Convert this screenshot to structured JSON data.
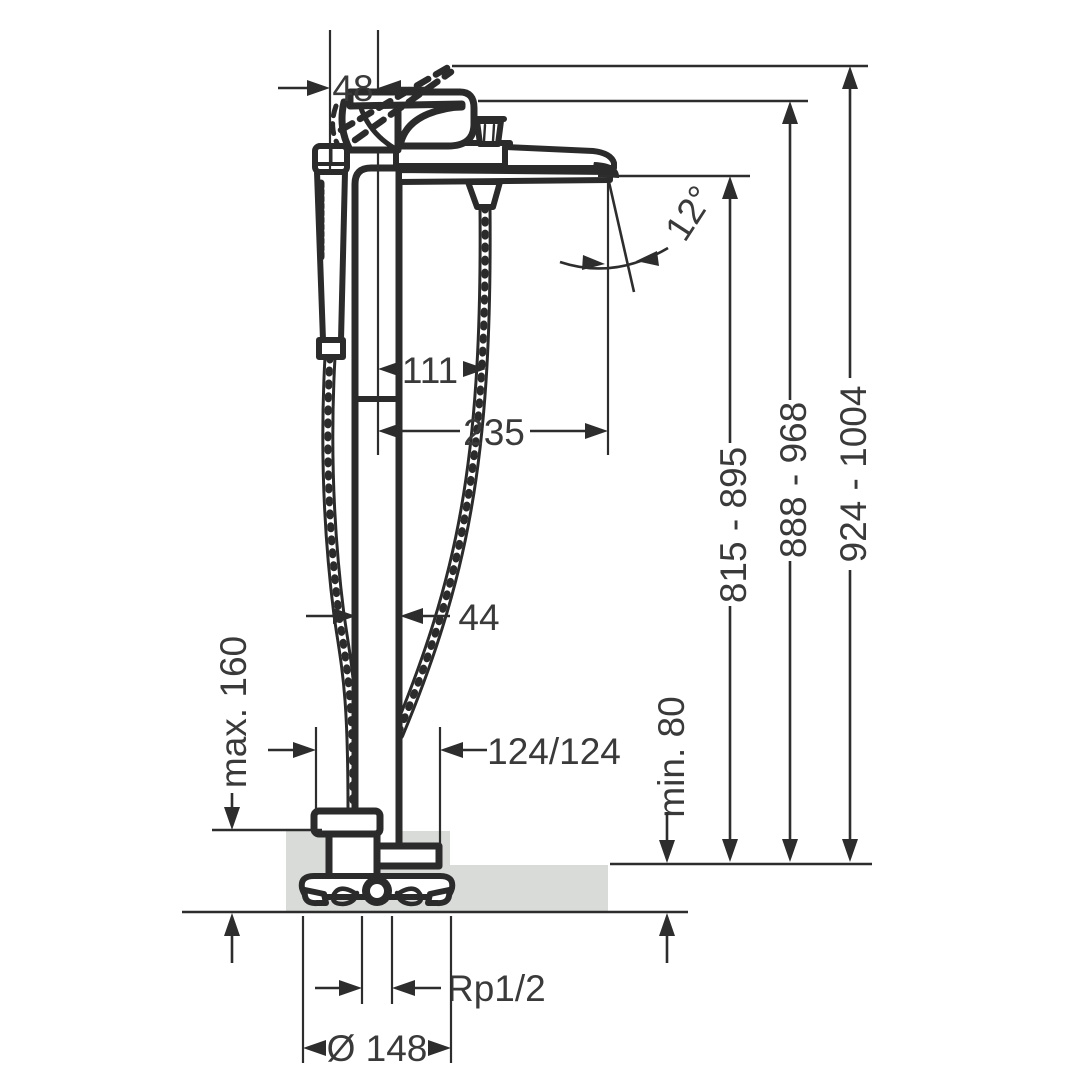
{
  "title": "Freestanding bath mixer installation dimension drawing",
  "colors": {
    "line": "#2d2d2d",
    "fixture": "#2b2b2b",
    "text": "#3a3a3a",
    "floor": "#d8dbd7",
    "background": "#ffffff"
  },
  "dimensions": {
    "handshower_to_riser_spacing": "48",
    "spout_angle": "12°",
    "hose_offset": "111",
    "spout_reach": "235",
    "riser_diameter": "44",
    "base_connection_offsets": "124/124",
    "max_floor_buildup": "max. 160",
    "min_floor_buildup": "min. 80",
    "spout_height_range": "815 - 895",
    "lever_height_range": "888 - 968",
    "lever_raised_height_range": "924 - 1004",
    "connection_thread": "Rp1/2",
    "base_plate_diameter": "Ø 148"
  }
}
